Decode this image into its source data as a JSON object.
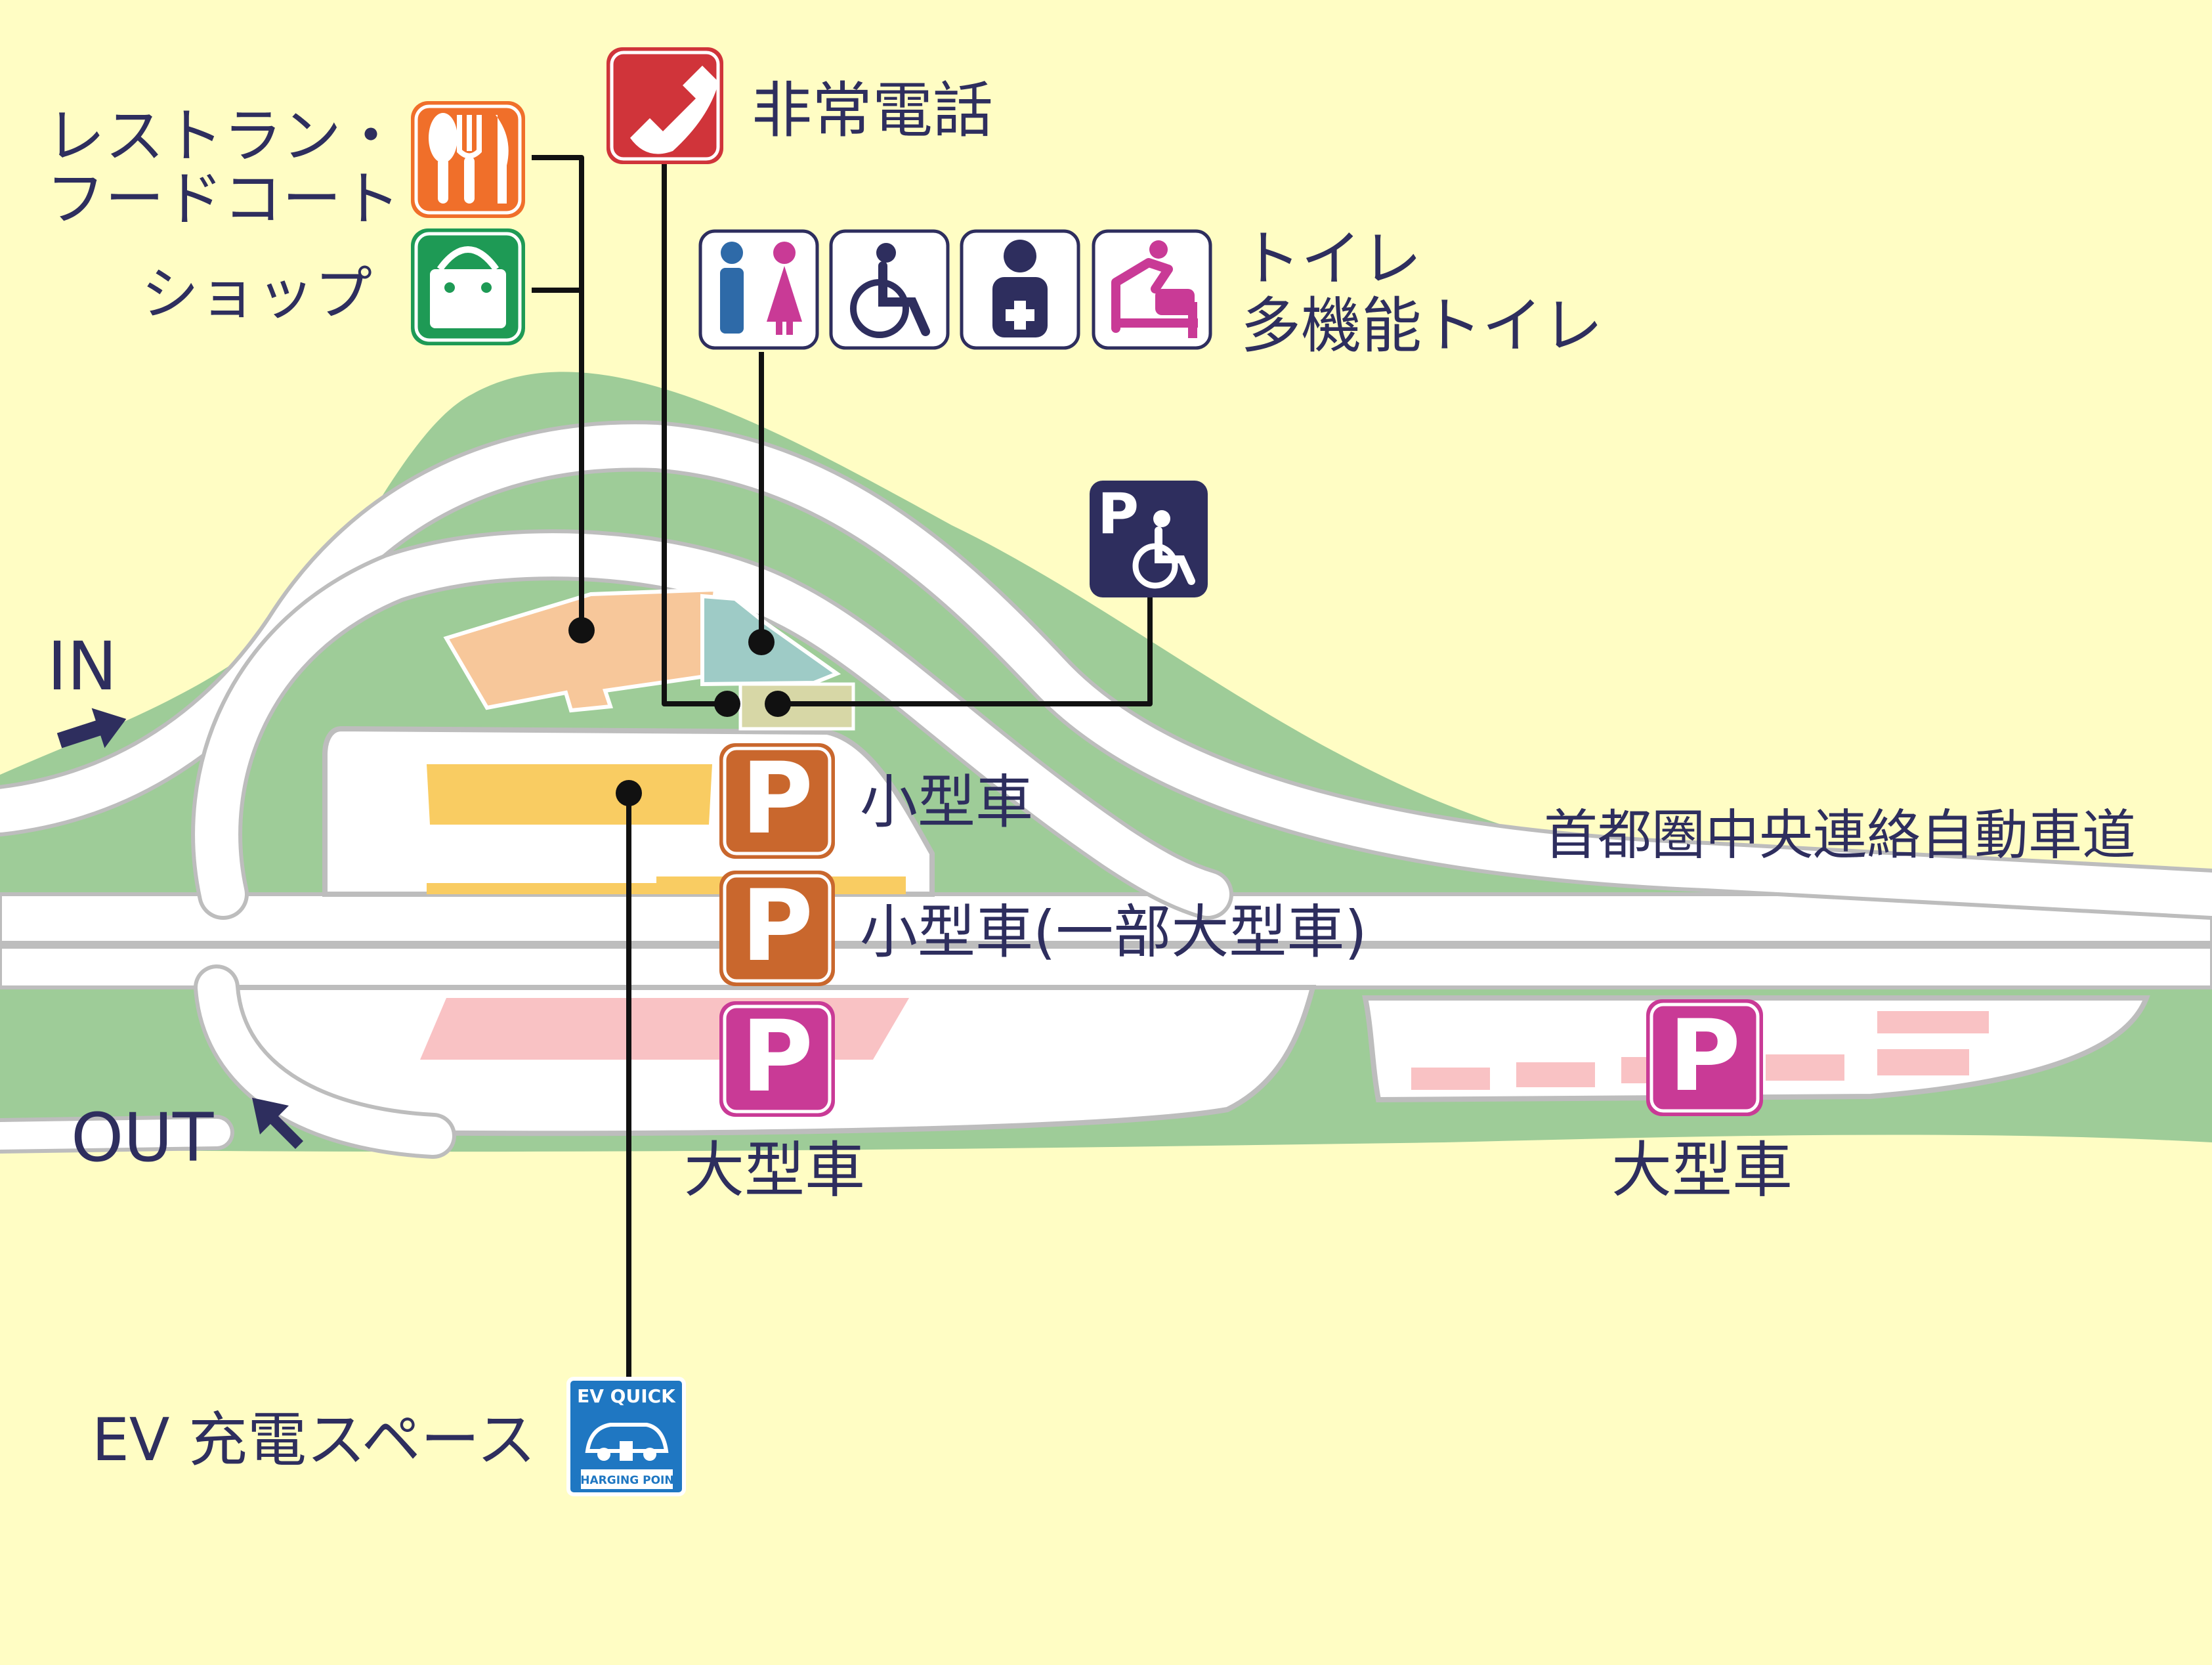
{
  "labels": {
    "restaurant_line1": "レストラン・",
    "restaurant_line2": "フードコート",
    "shop": "ショップ",
    "emergency_phone": "非常電話",
    "toilet_line1": "トイレ",
    "toilet_line2": "多機能トイレ",
    "entrance": "IN",
    "exit": "OUT",
    "expressway": "首都圏中央連絡自動車道",
    "small_car": "小型車",
    "small_car_some_large": "小型車(一部大型車)",
    "large_car_west": "大型車",
    "large_car_east": "大型車",
    "ev_charging": "EV 充電スペース",
    "ev_badge_top": "EV QUICK",
    "ev_badge_bottom": "CHARGING POINT",
    "parking_letter": "P"
  },
  "icons": {
    "restaurant": "fork-spoon-knife-icon",
    "shop": "shopping-bag-icon",
    "emergency_phone": "telephone-handset-icon",
    "toilet": "man-woman-toilet-icon",
    "wheelchair": "wheelchair-icon",
    "ostomate": "ostomate-icon",
    "baby_changing": "baby-changing-icon",
    "accessible_parking": "accessible-parking-icon",
    "ev_charger": "ev-car-plug-icon"
  },
  "colors": {
    "background": "#FFFDC4",
    "green_area": "#9ECC98",
    "road": "#FFFFFF",
    "road_edge": "#BDBDBD",
    "restaurant_building": "#F7C79A",
    "toilet_building": "#9ECBC6",
    "small_car_parking": "#F9CC62",
    "large_car_parking": "#F9C2C4",
    "small_car_p_icon": "#C9672D",
    "large_car_p_icon": "#C93A96",
    "restaurant_icon": "#F06F2A",
    "shop_icon": "#1E9A55",
    "emergency_icon": "#D0343A",
    "navy": "#2E2E5E",
    "ev_icon": "#1F77C2"
  }
}
